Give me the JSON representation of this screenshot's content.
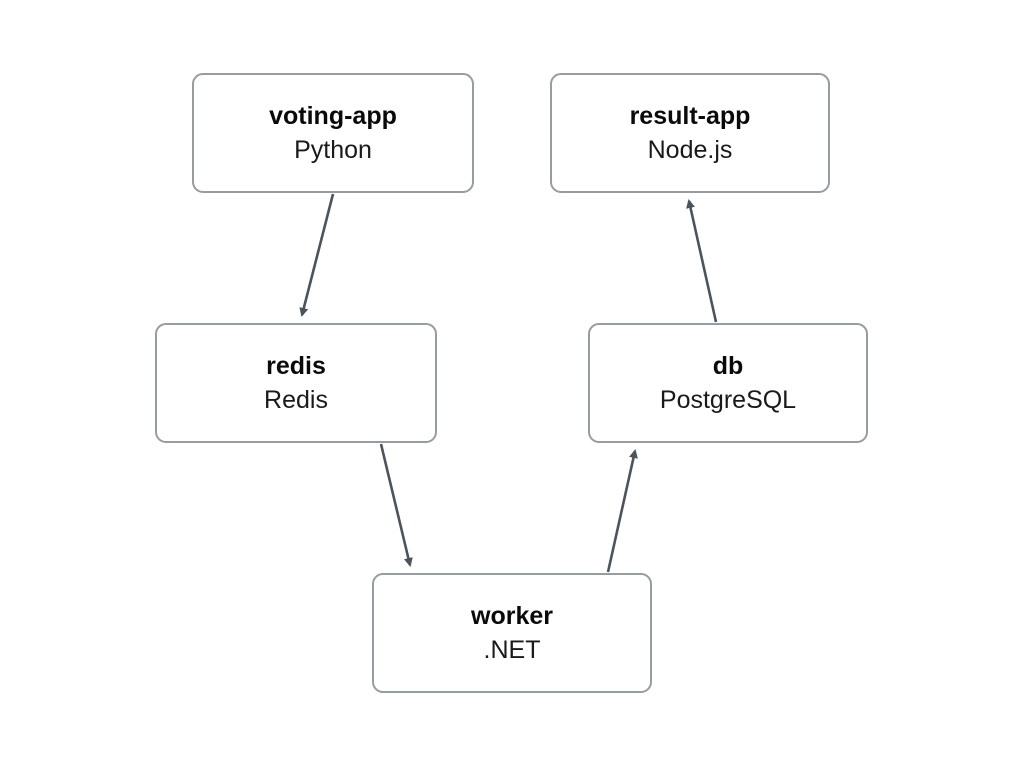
{
  "diagram": {
    "background_color": "#ffffff",
    "node_border_color": "#979ca2",
    "arrow_color": "#4b535b",
    "nodes": [
      {
        "id": "voting-app",
        "title": "voting-app",
        "subtitle": "Python"
      },
      {
        "id": "result-app",
        "title": "result-app",
        "subtitle": "Node.js"
      },
      {
        "id": "redis",
        "title": "redis",
        "subtitle": "Redis"
      },
      {
        "id": "db",
        "title": "db",
        "subtitle": "PostgreSQL"
      },
      {
        "id": "worker",
        "title": "worker",
        "subtitle": ".NET"
      }
    ],
    "edges": [
      {
        "from": "voting-app",
        "to": "redis"
      },
      {
        "from": "redis",
        "to": "worker"
      },
      {
        "from": "worker",
        "to": "db"
      },
      {
        "from": "db",
        "to": "result-app"
      }
    ]
  }
}
